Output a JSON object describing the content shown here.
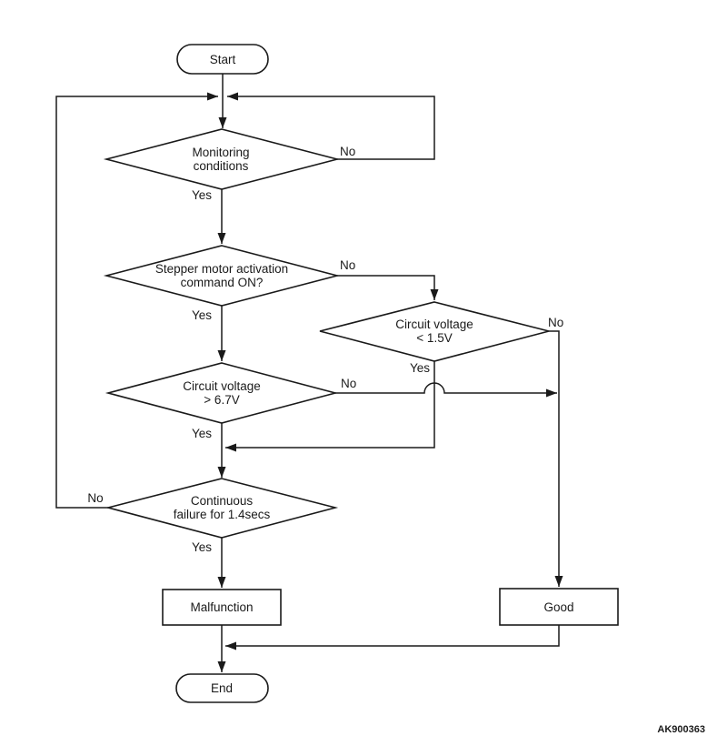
{
  "diagram": {
    "background_color": "#ffffff",
    "line_color": "#1a1a1a",
    "text_color": "#1a1a1a",
    "figure_code": "AK900363",
    "nodes": {
      "start": {
        "type": "terminator",
        "label": "Start"
      },
      "monitoring_conditions": {
        "type": "decision",
        "line1": "Monitoring",
        "line2": "conditions"
      },
      "stepper_motor": {
        "type": "decision",
        "line1": "Stepper motor activation",
        "line2": "command ON?"
      },
      "circuit_voltage_low": {
        "type": "decision",
        "line1": "Circuit voltage",
        "line2": "< 1.5V"
      },
      "circuit_voltage_high": {
        "type": "decision",
        "line1": "Circuit voltage",
        "line2": "> 6.7V"
      },
      "continuous_failure": {
        "type": "decision",
        "line1": "Continuous",
        "line2": "failure for 1.4secs"
      },
      "malfunction": {
        "type": "process",
        "label": "Malfunction"
      },
      "good": {
        "type": "process",
        "label": "Good"
      },
      "end": {
        "type": "terminator",
        "label": "End"
      }
    },
    "edges": {
      "monitoring_no": {
        "label": "No",
        "from": "monitoring_conditions",
        "to": "top_junction"
      },
      "monitoring_yes": {
        "label": "Yes",
        "from": "monitoring_conditions",
        "to": "stepper_motor"
      },
      "stepper_no": {
        "label": "No",
        "from": "stepper_motor",
        "to": "circuit_voltage_low"
      },
      "stepper_yes": {
        "label": "Yes",
        "from": "stepper_motor",
        "to": "circuit_voltage_high"
      },
      "voltage_low_no": {
        "label": "No",
        "from": "circuit_voltage_low",
        "to": "good"
      },
      "voltage_low_yes": {
        "label": "Yes",
        "from": "circuit_voltage_low",
        "to": "continuous_failure"
      },
      "voltage_high_no": {
        "label": "No",
        "from": "circuit_voltage_high",
        "to": "good"
      },
      "voltage_high_yes": {
        "label": "Yes",
        "from": "circuit_voltage_high",
        "to": "continuous_failure"
      },
      "continuous_no": {
        "label": "No",
        "from": "continuous_failure",
        "to": "top_junction"
      },
      "continuous_yes": {
        "label": "Yes",
        "from": "continuous_failure",
        "to": "malfunction"
      }
    }
  }
}
